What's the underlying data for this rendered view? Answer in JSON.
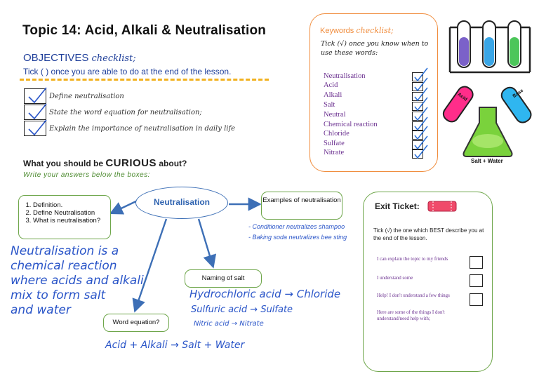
{
  "title": "Topic 14: Acid, Alkali & Neutralisation",
  "objectives": {
    "heading": "OBJECTIVES",
    "heading_script": "checklist;",
    "instruction": "Tick ( ) once you are able to do at the end of the lesson.",
    "items": [
      "Define neutralisation",
      "State the word equation for neutralisation;",
      "Explain the importance of neutralisation in daily life"
    ]
  },
  "curious": {
    "prefix": "What you should be",
    "word": "CURIOUS",
    "suffix": "about?",
    "subtitle": "Write your answers below the boxes:"
  },
  "mindmap": {
    "center": "Neutralisation",
    "definition_items": [
      "Definition.",
      "Define Neutralisation",
      "What is neutralisation?"
    ],
    "examples_label": "Examples of neutralisation",
    "naming_label": "Naming of salt",
    "equation_label": "Word equation?"
  },
  "handwriting": {
    "definition_lines": [
      "Neutralisation is a",
      "chemical reaction",
      "where acids and alkali",
      "mix to form salt",
      "and water"
    ],
    "examples": [
      "- Conditioner neutralizes shampoo",
      "- Baking soda neutralizes bee sting"
    ],
    "salts": [
      {
        "acid": "Hydrochloric acid",
        "salt": "Chloride"
      },
      {
        "acid": "Sulfuric acid",
        "salt": "Sulfate"
      },
      {
        "acid": "Nitric acid",
        "salt": "Nitrate"
      }
    ],
    "equation": "Acid + Alkali → Salt + Water"
  },
  "keywords": {
    "title": "Keywords",
    "title_script": "checklist;",
    "instruction": "Tick (√) once you know when to use these words:",
    "words": [
      "Neutralisation",
      "Acid",
      "Alkali",
      "Salt",
      "Neutral",
      "Chemical reaction",
      "Chloride",
      "Sulfate",
      "Nitrate"
    ]
  },
  "illustration": {
    "acid_label": "Acid",
    "base_label": "Base",
    "caption": "Salt + Water"
  },
  "exit_ticket": {
    "title": "Exit Ticket:",
    "instruction": "Tick (√) the one which BEST describe you at the end of the lesson.",
    "options": [
      "I can explain the topic to my friends",
      "I understand some",
      "Help! I don't understand a few things",
      "Here are some of the things I don't understand/need help with;"
    ]
  },
  "colors": {
    "accent_blue": "#2a55c8",
    "keyword_purple": "#6a2f8f",
    "panel_orange": "#f08c3c",
    "box_green": "#6ea64a",
    "dash_yellow": "#f1b11f"
  }
}
